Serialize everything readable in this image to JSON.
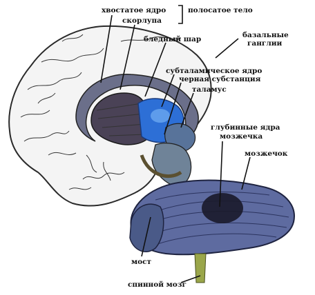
{
  "labels": {
    "caudate": "хвостатое ядро",
    "putamen": "скорлупа",
    "striatum": "полосатое тело",
    "globus_pallidus": "бледный шар",
    "basal_ganglia_1": "базальные",
    "basal_ganglia_2": "ганглии",
    "subthalamic": "субталамическое ядро",
    "substantia_nigra": "черная субстанция",
    "thalamus": "таламус",
    "deep_nuclei_1": "глубинные ядра",
    "deep_nuclei_2": "мозжечка",
    "cerebellum": "мозжечок",
    "pons": "мост",
    "spinal_cord": "спинной мозг"
  },
  "colors": {
    "cortex": "#f4f4f4",
    "gyri_lines": "#3a3a3a",
    "caudate": "#6b6f8a",
    "putamen": "#4a4256",
    "pallidus": "#2d6fd6",
    "cerebellum": "#5e6ba0",
    "deep_nuclei": "#1a1a2a",
    "brainstem": "#6f8398",
    "spinal": "#9aa64a"
  },
  "icons": [
    "bracket-icon"
  ]
}
